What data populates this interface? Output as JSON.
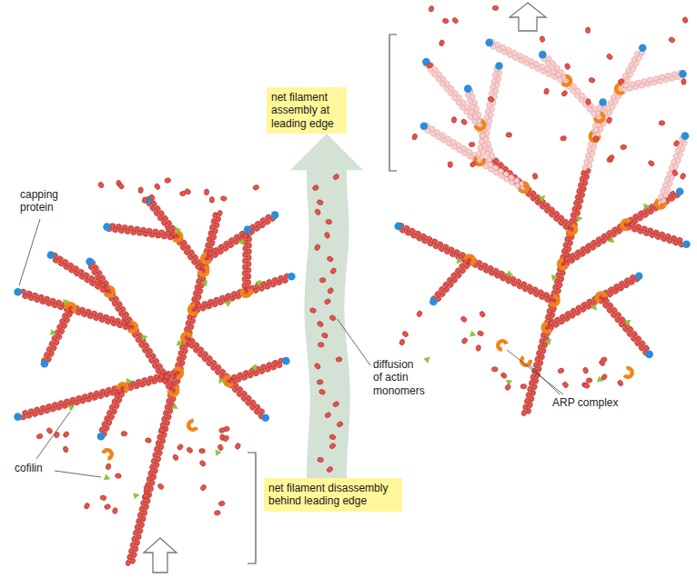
{
  "diagram": {
    "nodes": [
      {
        "text": [
          "net filament assembly at leading edge"
        ]
      },
      {
        "text": [
          "net filament disassembly behind leading edge"
        ]
      }
    ],
    "edges": [
      {
        "from": 1,
        "to": 0,
        "arrow": "to"
      }
    ],
    "labels": [
      "capping protein",
      "diffusion of actin monomers",
      "ARP complex",
      "cofilin"
    ]
  }
}
